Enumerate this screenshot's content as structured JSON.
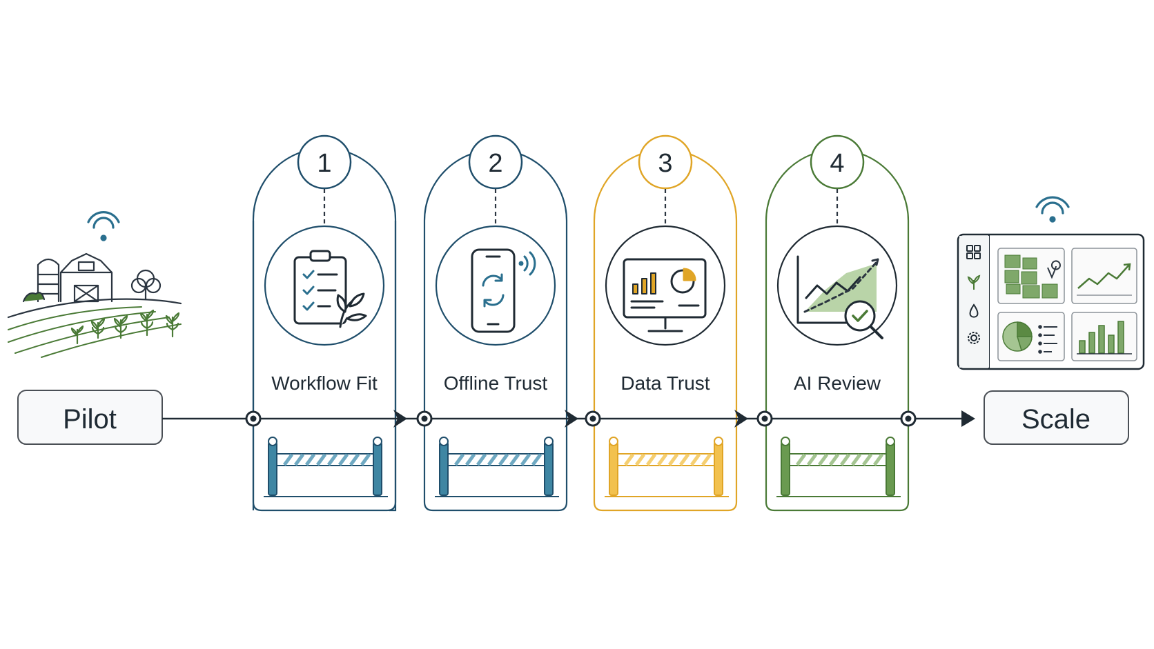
{
  "start_box": {
    "label": "Pilot"
  },
  "end_box": {
    "label": "Scale"
  },
  "stages": [
    {
      "number": "1",
      "label": "Workflow Fit",
      "color": "#1f4e6b",
      "barrier_color": "#3f86a3",
      "icon": "clipboard-checklist-icon"
    },
    {
      "number": "2",
      "label": "Offline Trust",
      "color": "#1f4e6b",
      "barrier_color": "#3f86a3",
      "icon": "phone-sync-icon"
    },
    {
      "number": "3",
      "label": "Data Trust",
      "color": "#e0a526",
      "barrier_color": "#e8b23a",
      "icon": "monitor-dashboard-icon"
    },
    {
      "number": "4",
      "label": "AI Review",
      "color": "#4a7a36",
      "barrier_color": "#5b8a43",
      "icon": "chart-magnifier-check-icon"
    }
  ],
  "colors": {
    "line": "#1f2a33",
    "farm_green": "#4a7a36",
    "wifi_blue": "#2a6f8e",
    "box_border": "#4a4f55"
  },
  "icons": {
    "farm": "farm-scene-icon",
    "dashboard": "dashboard-panel-icon",
    "wifi": "wifi-signal-icon"
  }
}
